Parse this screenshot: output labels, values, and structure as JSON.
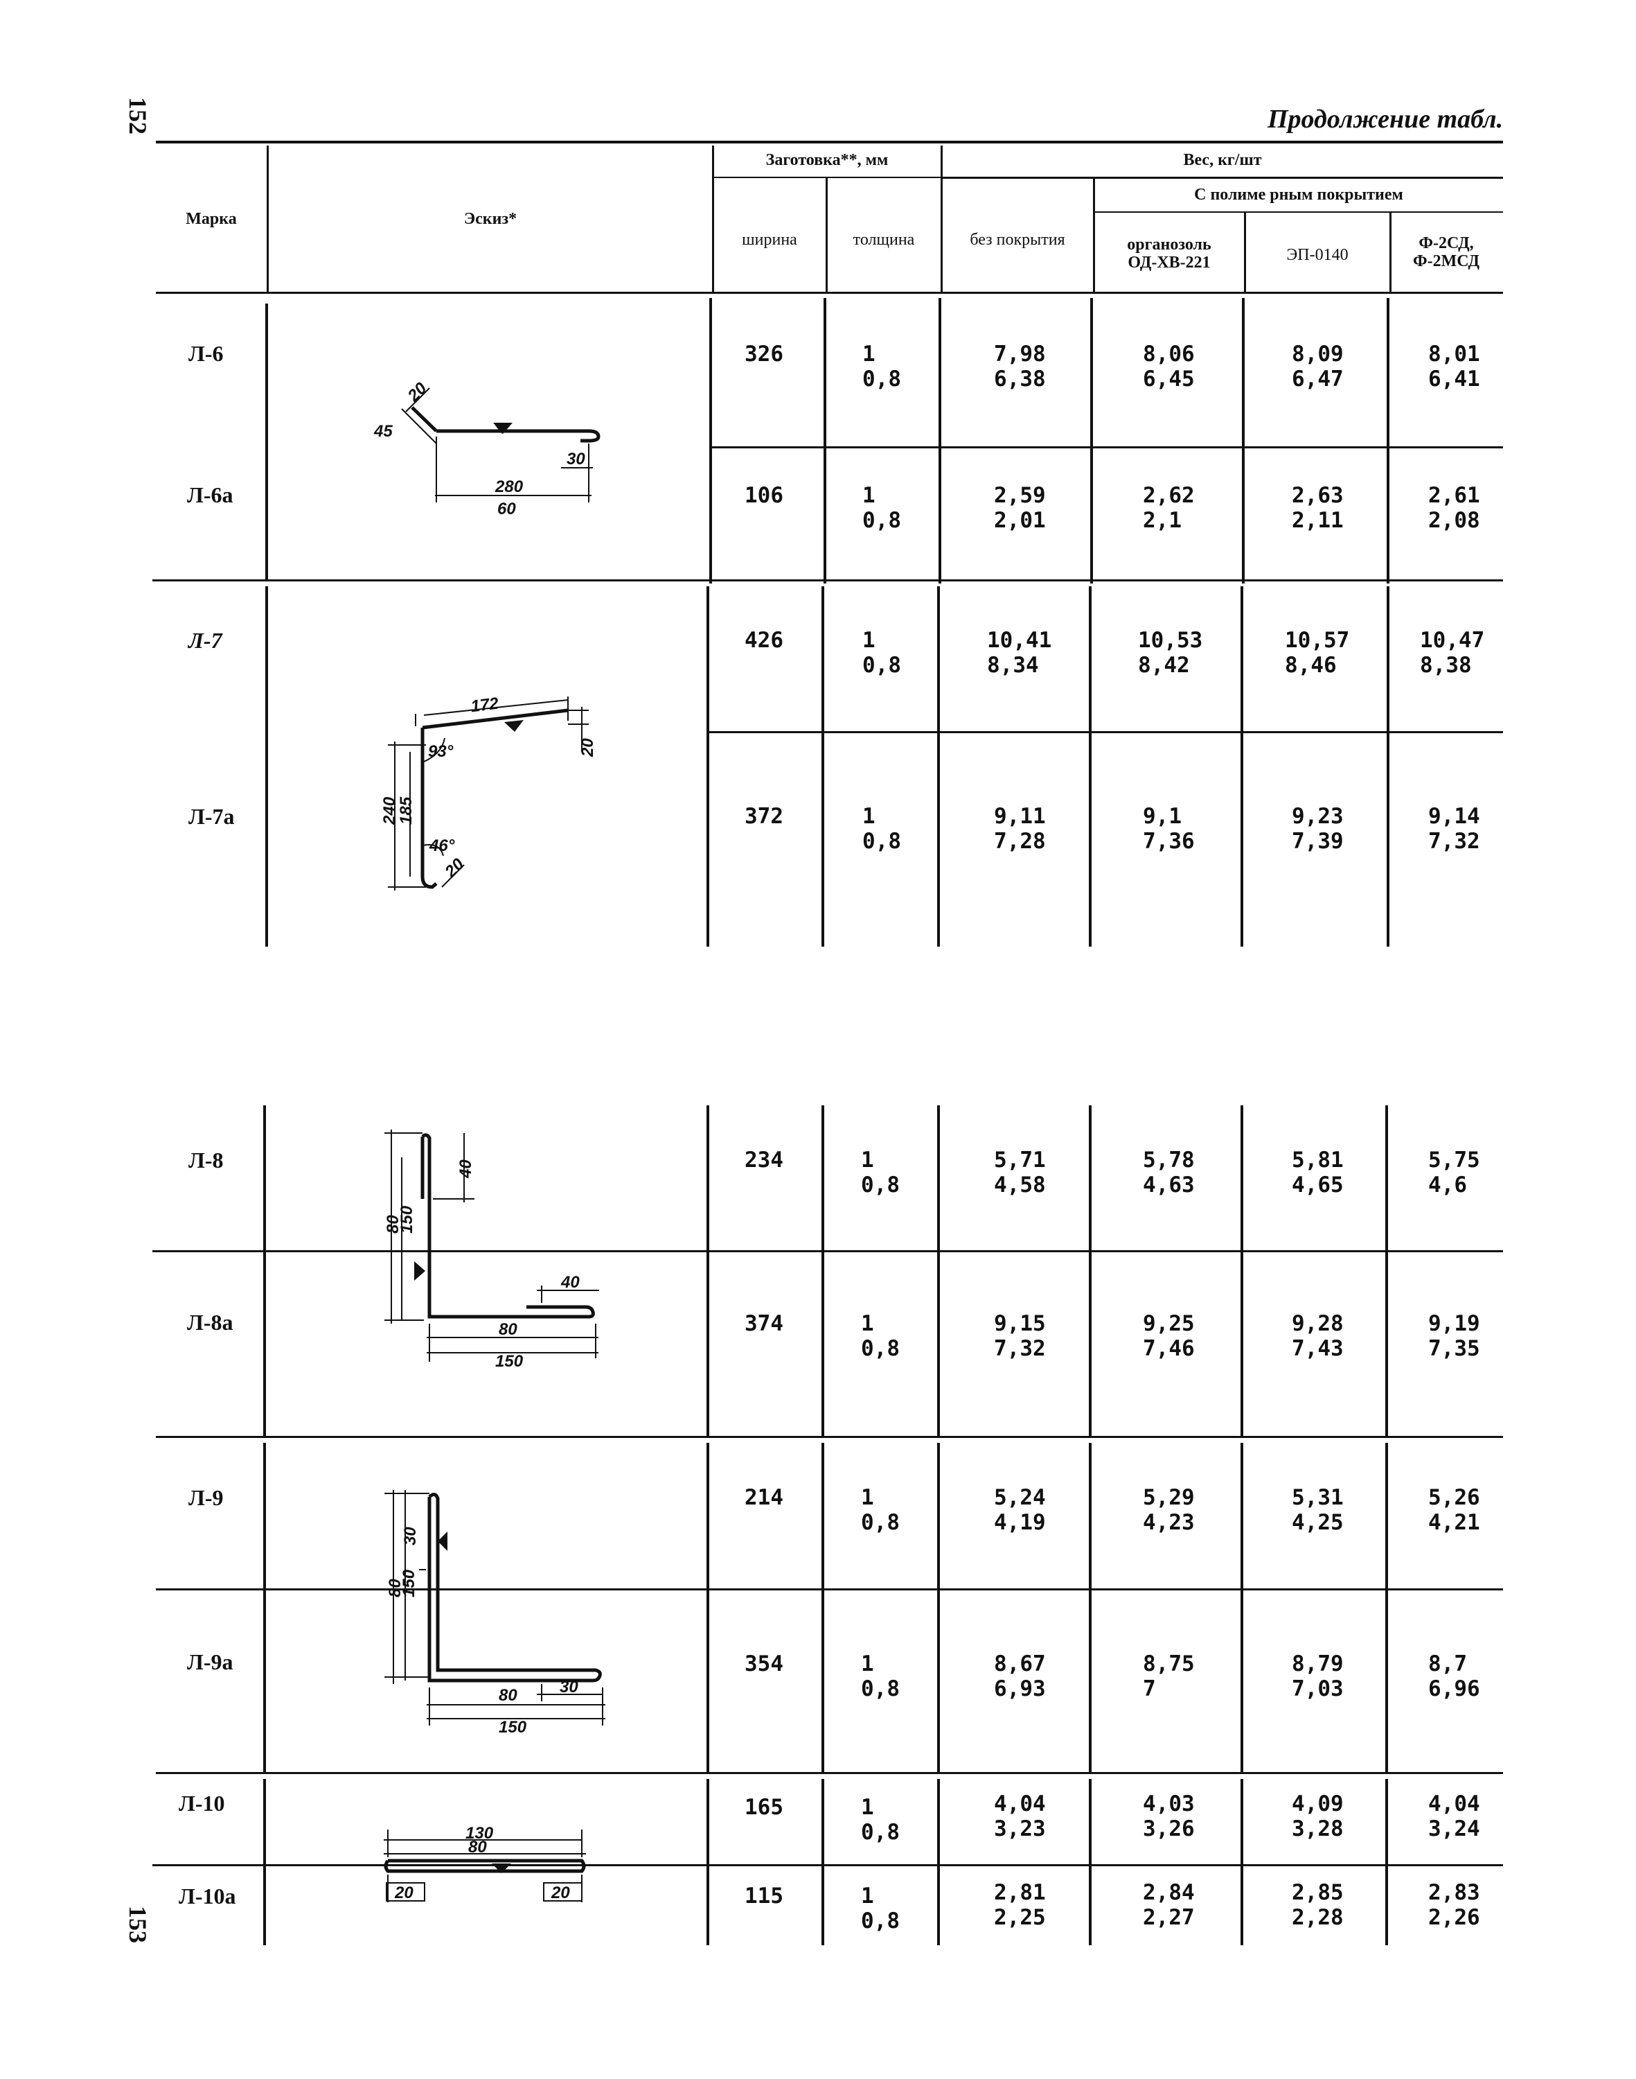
{
  "page": {
    "top_number": "152",
    "bottom_number": "153",
    "continuation": "Продолжение табл."
  },
  "header": {
    "marka": "Марка",
    "eskiz": "Эскиз*",
    "zagotovka": "Заготовка**, мм",
    "shirina": "ширина",
    "tolshchina": "толщина",
    "ves": "Вес, кг/шт",
    "bez_pokrytiya": "без покрытия",
    "s_polimernym": "С полиме рным покрытием",
    "organozol_1": "органозоль",
    "organozol_2": "ОД-ХВ-221",
    "ep": "ЭП-0140",
    "f_1": "Ф-2СД,",
    "f_2": "Ф-2МСД"
  },
  "rows": [
    {
      "mark": "Л-6",
      "width": "326",
      "thickness": [
        "1",
        "0,8"
      ],
      "bare": [
        "7,98",
        "6,38"
      ],
      "od": [
        "8,06",
        "6,45"
      ],
      "ep": [
        "8,09",
        "6,47"
      ],
      "f": [
        "8,01",
        "6,41"
      ]
    },
    {
      "mark": "Л-6а",
      "width": "106",
      "thickness": [
        "1",
        "0,8"
      ],
      "bare": [
        "2,59",
        "2,01"
      ],
      "od": [
        "2,62",
        "2,1"
      ],
      "ep": [
        "2,63",
        "2,11"
      ],
      "f": [
        "2,61",
        "2,08"
      ]
    },
    {
      "mark": "Л-7",
      "width": "426",
      "thickness": [
        "1",
        "0,8"
      ],
      "bare": [
        "10,41",
        "8,34"
      ],
      "od": [
        "10,53",
        "8,42"
      ],
      "ep": [
        "10,57",
        "8,46"
      ],
      "f": [
        "10,47",
        "8,38"
      ]
    },
    {
      "mark": "Л-7а",
      "width": "372",
      "thickness": [
        "1",
        "0,8"
      ],
      "bare": [
        "9,11",
        "7,28"
      ],
      "od": [
        "9,1",
        "7,36"
      ],
      "ep": [
        "9,23",
        "7,39"
      ],
      "f": [
        "9,14",
        "7,32"
      ]
    },
    {
      "mark": "Л-8",
      "width": "234",
      "thickness": [
        "1",
        "0,8"
      ],
      "bare": [
        "5,71",
        "4,58"
      ],
      "od": [
        "5,78",
        "4,63"
      ],
      "ep": [
        "5,81",
        "4,65"
      ],
      "f": [
        "5,75",
        "4,6"
      ]
    },
    {
      "mark": "Л-8а",
      "width": "374",
      "thickness": [
        "1",
        "0,8"
      ],
      "bare": [
        "9,15",
        "7,32"
      ],
      "od": [
        "9,25",
        "7,46"
      ],
      "ep": [
        "9,28",
        "7,43"
      ],
      "f": [
        "9,19",
        "7,35"
      ]
    },
    {
      "mark": "Л-9",
      "width": "214",
      "thickness": [
        "1",
        "0,8"
      ],
      "bare": [
        "5,24",
        "4,19"
      ],
      "od": [
        "5,29",
        "4,23"
      ],
      "ep": [
        "5,31",
        "4,25"
      ],
      "f": [
        "5,26",
        "4,21"
      ]
    },
    {
      "mark": "Л-9а",
      "width": "354",
      "thickness": [
        "1",
        "0,8"
      ],
      "bare": [
        "8,67",
        "6,93"
      ],
      "od": [
        "8,75",
        "7"
      ],
      "ep": [
        "8,79",
        "7,03"
      ],
      "f": [
        "8,7",
        "6,96"
      ]
    },
    {
      "mark": "Л-10",
      "width": "165",
      "thickness": [
        "1",
        "0,8"
      ],
      "bare": [
        "4,04",
        "3,23"
      ],
      "od": [
        "4,03",
        "3,26"
      ],
      "ep": [
        "4,09",
        "3,28"
      ],
      "f": [
        "4,04",
        "3,24"
      ]
    },
    {
      "mark": "Л-10а",
      "width": "115",
      "thickness": [
        "1",
        "0,8"
      ],
      "bare": [
        "2,81",
        "2,25"
      ],
      "od": [
        "2,84",
        "2,27"
      ],
      "ep": [
        "2,85",
        "2,28"
      ],
      "f": [
        "2,83",
        "2,26"
      ]
    }
  ],
  "sketch_dims": {
    "l6": [
      "20",
      "45",
      "30",
      "280",
      "60"
    ],
    "l7": [
      "172",
      "20",
      "93°",
      "240",
      "185",
      "46°",
      "20"
    ],
    "l8": [
      "40",
      "80",
      "150",
      "40",
      "80",
      "150"
    ],
    "l9": [
      "30",
      "80",
      "150",
      "80",
      "30",
      "150"
    ],
    "l10": [
      "130",
      "80",
      "20",
      "20"
    ]
  }
}
